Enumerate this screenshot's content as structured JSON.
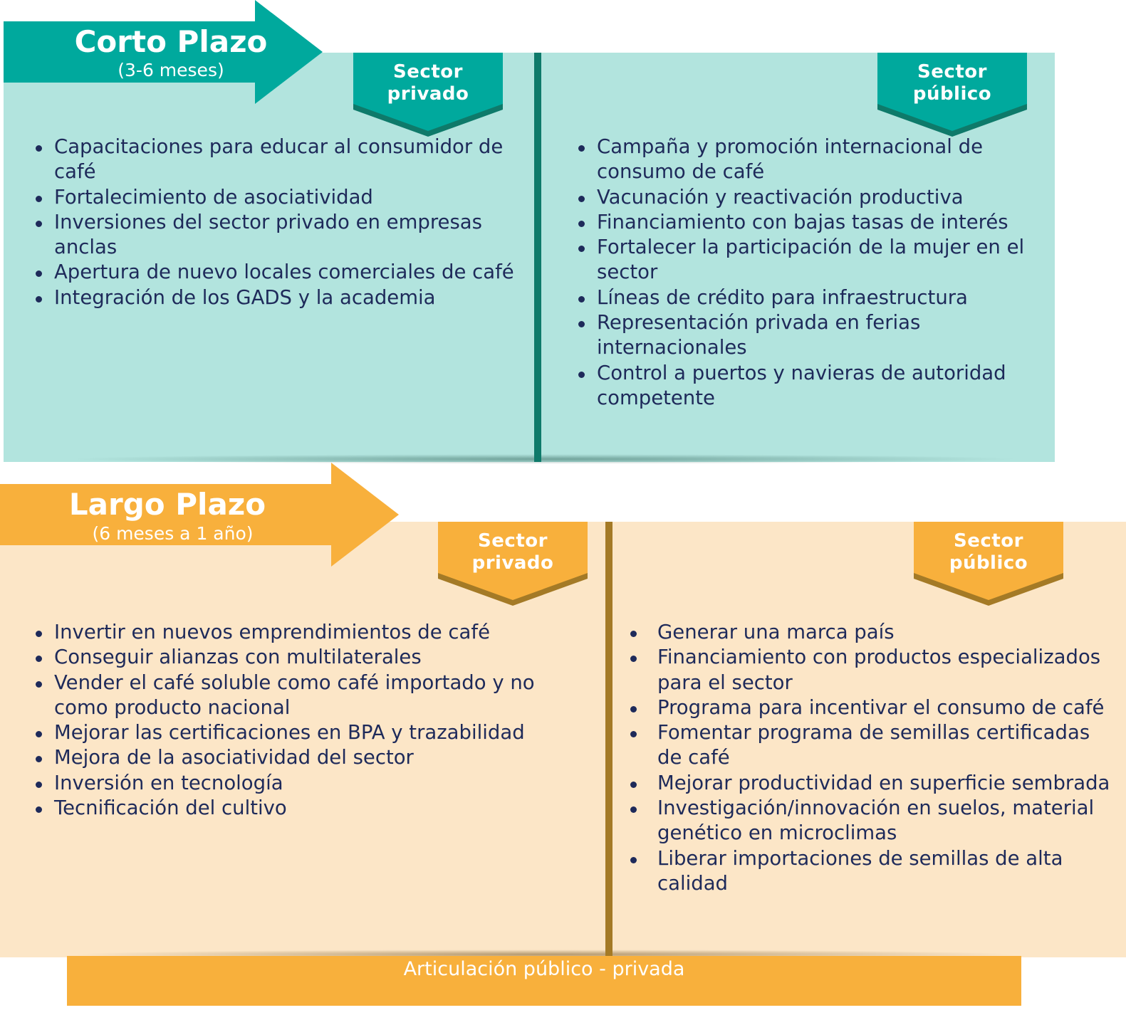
{
  "short_term": {
    "title": "Corto Plazo",
    "subtitle": "(3-6 meses)",
    "private_label": "Sector privado",
    "private_label_lines": [
      "Sector",
      "privado"
    ],
    "public_label": "Sector público",
    "public_label_lines": [
      "Sector",
      "público"
    ],
    "private_items": [
      "Capacitaciones para educar al consumidor de café",
      "Fortalecimiento de asociatividad",
      "Inversiones del sector privado en empresas anclas",
      "Apertura de nuevo locales comerciales de café",
      "Integración de los GADS y la academia"
    ],
    "public_items": [
      "Campaña y promoción internacional de consumo de café",
      "Vacunación y reactivación productiva",
      "Financiamiento con bajas tasas de interés",
      "Fortalecer la participación de la mujer en el sector",
      "Líneas de crédito para infraestructura",
      "Representación privada en ferias internacionales",
      "Control a puertos y navieras de autoridad competente"
    ]
  },
  "long_term": {
    "title": "Largo Plazo",
    "subtitle": "(6 meses a 1 año)",
    "private_label_lines": [
      "Sector",
      "privado"
    ],
    "public_label_lines": [
      "Sector",
      "público"
    ],
    "private_items": [
      "Invertir en nuevos emprendimientos de café",
      "Conseguir alianzas con multilaterales",
      "Vender el café soluble como café importado y no como producto nacional",
      "Mejorar las certificaciones en BPA y trazabilidad",
      "Mejora de la asociatividad del sector",
      "Inversión en tecnología",
      "Tecnificación del cultivo"
    ],
    "public_items": [
      "Generar una marca país",
      "Financiamiento con productos especializados para el sector",
      "Programa para incentivar el consumo de café",
      "Fomentar programa de semillas certificadas de café",
      "Mejorar productividad en superficie sembrada",
      "Investigación/innovación en suelos, material genético en microclimas",
      "Liberar importaciones de semillas de alta calidad"
    ]
  },
  "footer": "Articulación público - privada",
  "colors": {
    "teal": "#00a99d",
    "teal_dark": "#0e7a6a",
    "teal_light": "#b2e4de",
    "orange": "#f8b03c",
    "orange_dark": "#a47a26",
    "orange_light": "#fce6c7",
    "text": "#1e2a5a"
  }
}
